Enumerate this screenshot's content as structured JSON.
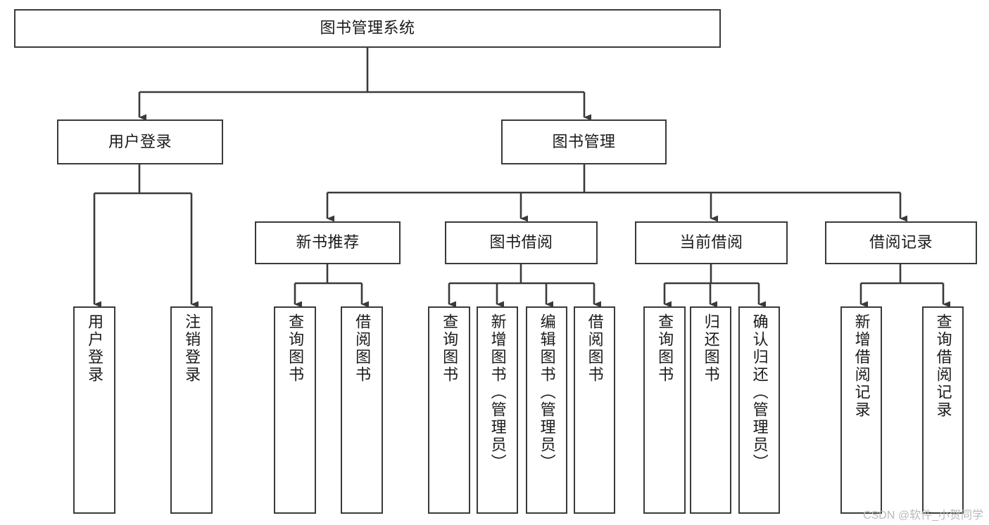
{
  "diagram": {
    "type": "tree-hierarchy-chart",
    "title": "图书管理系统",
    "watermark": "CSDN @软件_小贺同学",
    "colors": {
      "box_border": "#3a3a3a",
      "connector": "#3a3a3a",
      "text": "#1b1b1b",
      "background": "#ffffff",
      "watermark": "#b9b9b9"
    },
    "levels": {
      "root": {
        "label": "图书管理系统"
      },
      "level2": [
        {
          "label": "用户登录"
        },
        {
          "label": "图书管理"
        }
      ],
      "level3": [
        {
          "label": "新书推荐"
        },
        {
          "label": "图书借阅"
        },
        {
          "label": "当前借阅"
        },
        {
          "label": "借阅记录"
        }
      ],
      "leaves": {
        "user_login": [
          {
            "label": "用户登录"
          },
          {
            "label": "注销登录"
          }
        ],
        "new_book_recommend": [
          {
            "label": "查询图书"
          },
          {
            "label": "借阅图书"
          }
        ],
        "book_borrow": [
          {
            "label": "查询图书"
          },
          {
            "label": "新增图书（管理员）"
          },
          {
            "label": "编辑图书（管理员）"
          },
          {
            "label": "借阅图书"
          }
        ],
        "current_borrow": [
          {
            "label": "查询图书"
          },
          {
            "label": "归还图书"
          },
          {
            "label": "确认归还（管理员）"
          }
        ],
        "borrow_record": [
          {
            "label": "新增借阅记录"
          },
          {
            "label": "查询借阅记录"
          }
        ]
      }
    }
  }
}
